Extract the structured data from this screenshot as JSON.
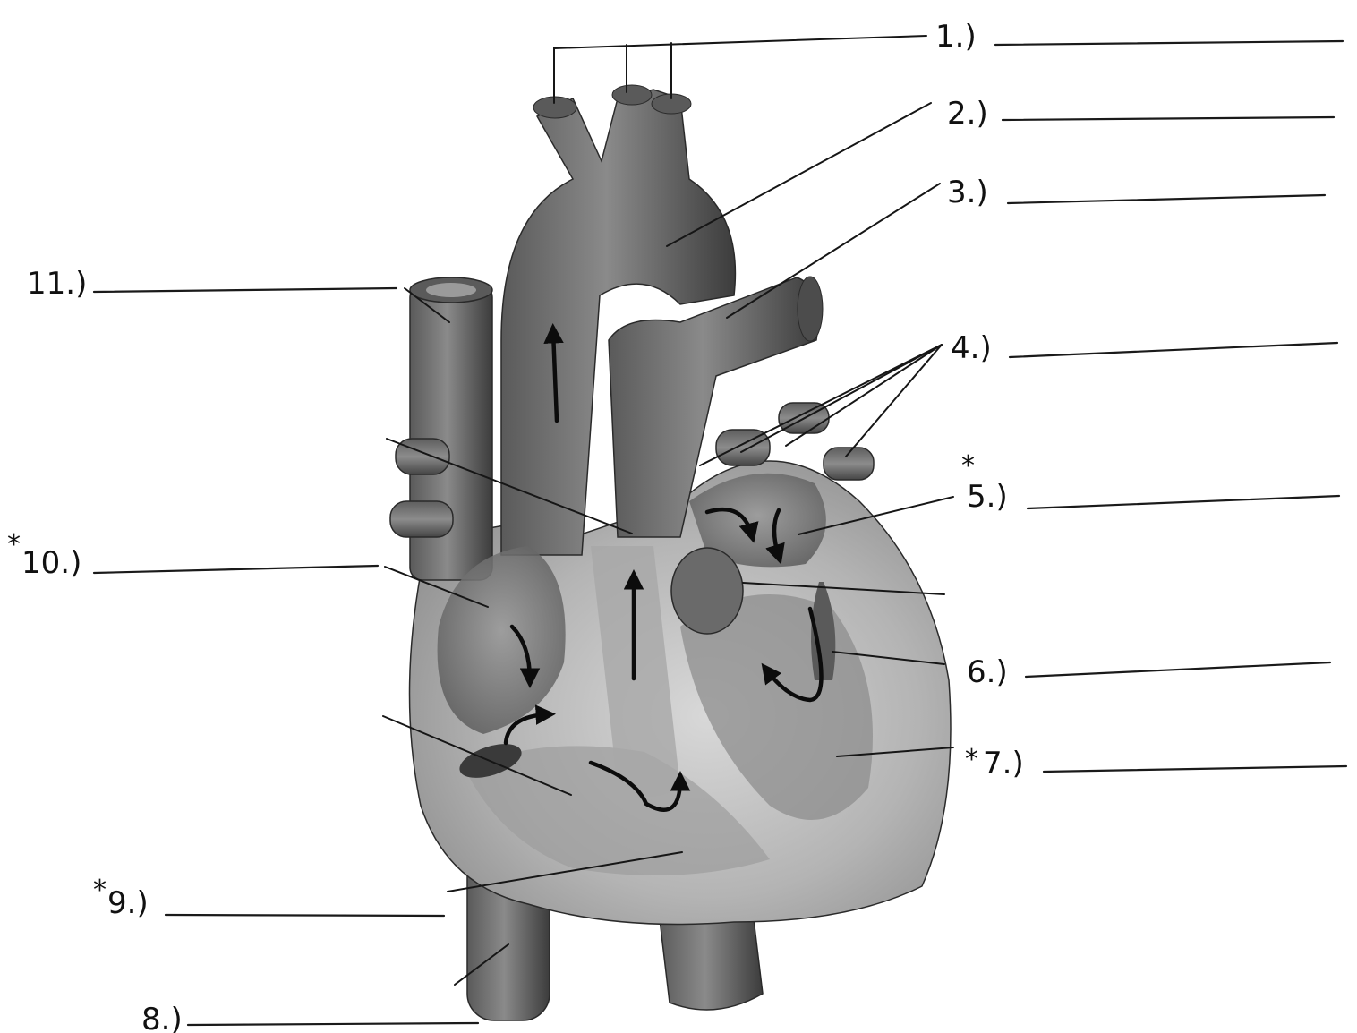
{
  "diagram": {
    "colors": {
      "background": "#ffffff",
      "ink": "#111111",
      "vessel_dark": "#4a4a4a",
      "vessel_mid": "#7a7a7a",
      "tissue_light": "#c8c8c8",
      "tissue_pale": "#e2e2e2"
    },
    "labels": [
      {
        "id": "1",
        "text": "1.)",
        "starred": false
      },
      {
        "id": "2",
        "text": "2.)",
        "starred": false
      },
      {
        "id": "3",
        "text": "3.)",
        "starred": false
      },
      {
        "id": "4",
        "text": "4.)",
        "starred": false
      },
      {
        "id": "5",
        "text": "5.)",
        "starred": true
      },
      {
        "id": "6",
        "text": "6.)",
        "starred": false
      },
      {
        "id": "7",
        "text": "7.)",
        "starred": true
      },
      {
        "id": "8",
        "text": "8.)",
        "starred": false
      },
      {
        "id": "9",
        "text": "9.)",
        "starred": true
      },
      {
        "id": "10",
        "text": "10.)",
        "starred": true
      },
      {
        "id": "11",
        "text": "11.)",
        "starred": false
      }
    ],
    "star_symbol": "*"
  }
}
